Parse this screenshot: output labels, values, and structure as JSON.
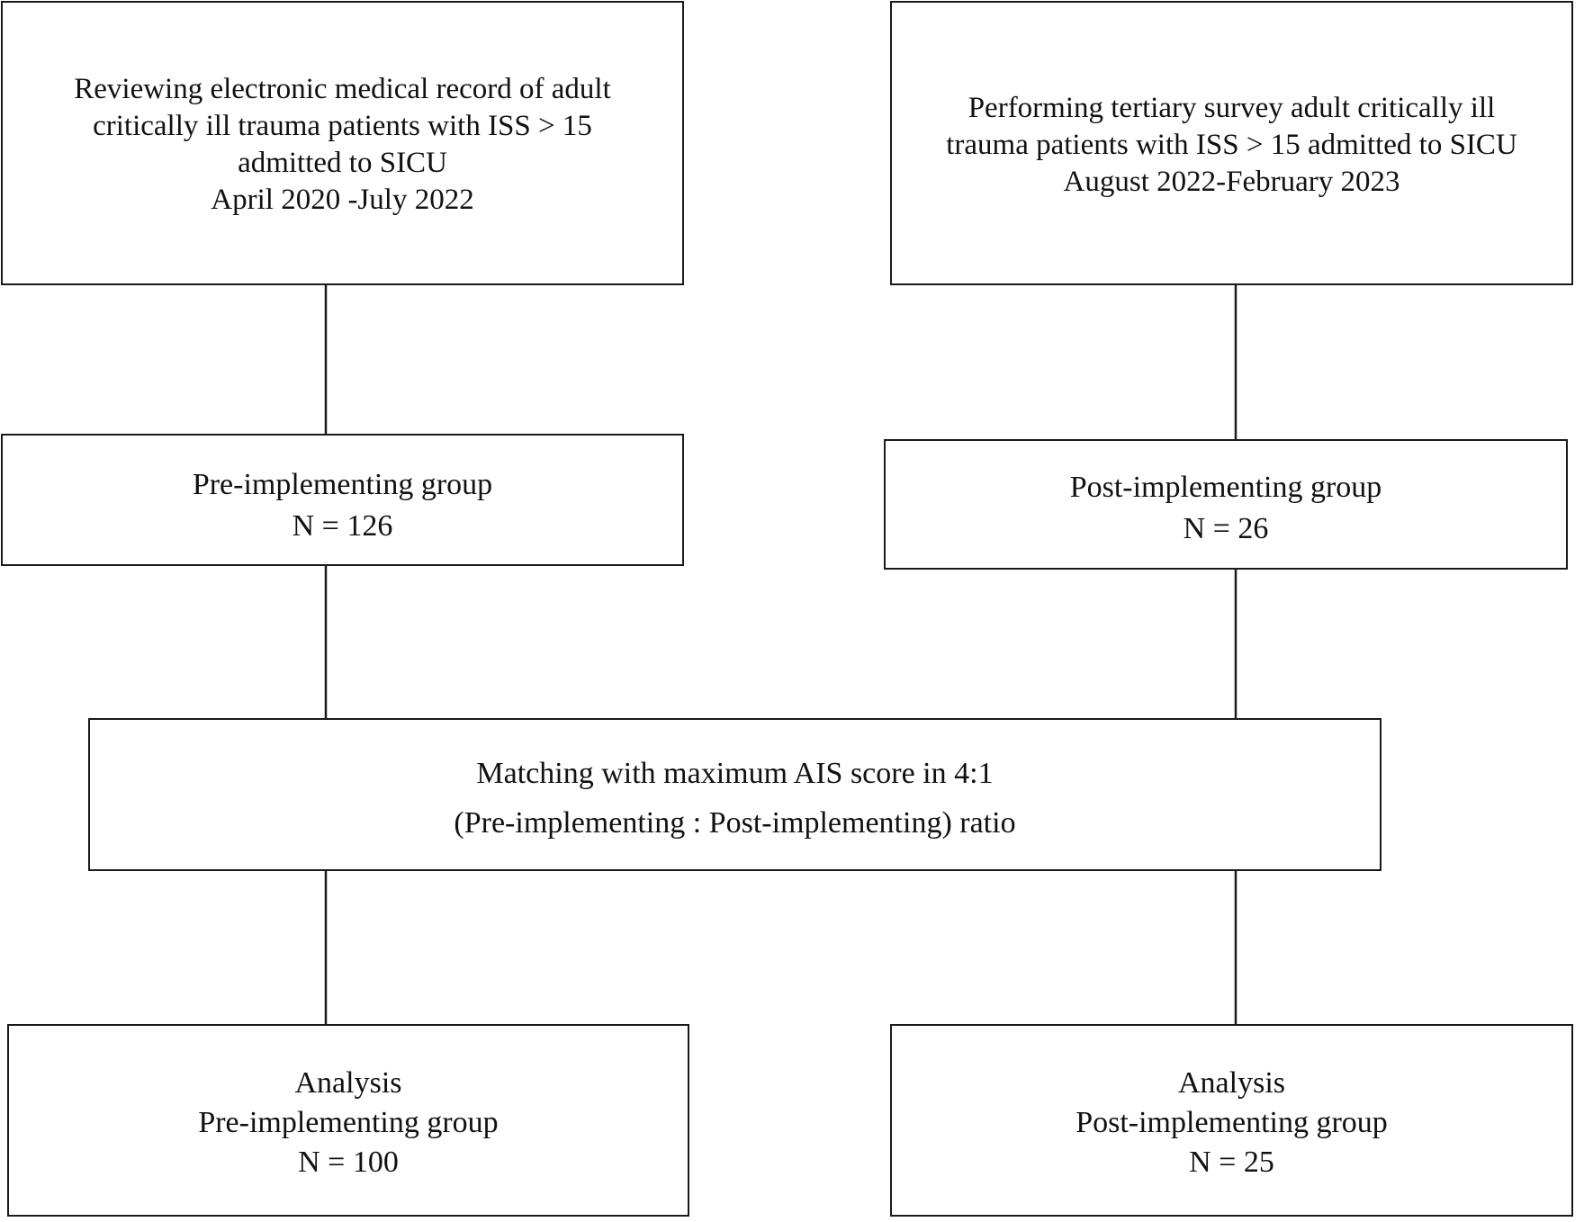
{
  "colors": {
    "background": "#ffffff",
    "stroke": "#1a1a1a",
    "text": "#111111"
  },
  "boxes": {
    "source_pre": {
      "lines": [
        "Reviewing electronic medical record of adult",
        "critically ill trauma patients with ISS > 15",
        "admitted to SICU",
        "April 2020 -July 2022"
      ]
    },
    "source_post": {
      "lines": [
        "Performing tertiary survey adult critically ill",
        "trauma patients with ISS > 15 admitted to SICU",
        "August 2022-February 2023"
      ]
    },
    "group_pre": {
      "title": "Pre-implementing group",
      "n": "N = 126"
    },
    "group_post": {
      "title": "Post-implementing group",
      "n": "N = 26"
    },
    "matching": {
      "line1": "Matching with maximum AIS score in 4:1",
      "line2": "(Pre-implementing : Post-implementing) ratio"
    },
    "analysis_pre": {
      "label": "Analysis",
      "group": "Pre-implementing group",
      "n": "N = 100"
    },
    "analysis_post": {
      "label": "Analysis",
      "group": "Post-implementing group",
      "n": "N = 25"
    }
  }
}
